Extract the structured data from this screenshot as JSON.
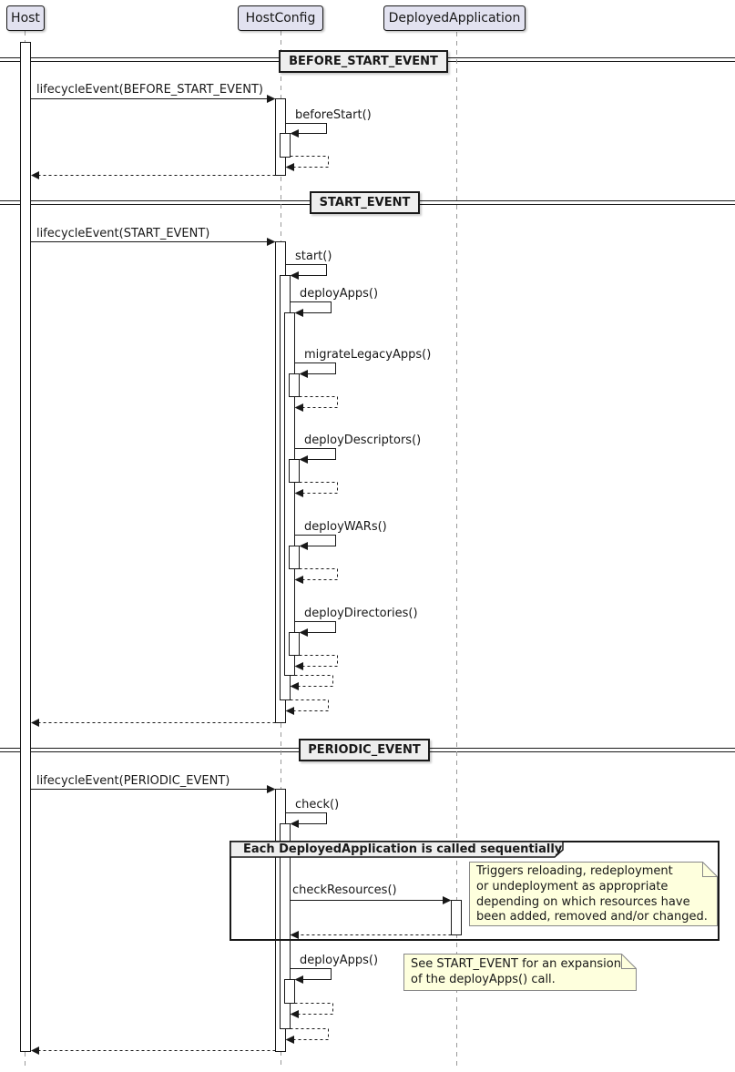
{
  "colors": {
    "participant_fill": "#E2E2F0",
    "participant_border": "#181818",
    "note_fill": "#FEFFDD",
    "note_border": "#888888",
    "divider_fill": "#EEEEEE",
    "line": "#181818",
    "lifeline": "#999999"
  },
  "participants": [
    {
      "label": "Host"
    },
    {
      "label": "HostConfig"
    },
    {
      "label": "DeployedApplication"
    }
  ],
  "dividers": [
    {
      "label": "BEFORE_START_EVENT"
    },
    {
      "label": "START_EVENT"
    },
    {
      "label": "PERIODIC_EVENT"
    }
  ],
  "messages": {
    "before_start": {
      "lifecycle": "lifecycleEvent(BEFORE_START_EVENT)",
      "before_start_call": "beforeStart()"
    },
    "start": {
      "lifecycle": "lifecycleEvent(START_EVENT)",
      "start_call": "start()",
      "deploy_apps": "deployApps()",
      "migrate_legacy_apps": "migrateLegacyApps()",
      "deploy_descriptors": "deployDescriptors()",
      "deploy_wars": "deployWARs()",
      "deploy_directories": "deployDirectories()"
    },
    "periodic": {
      "lifecycle": "lifecycleEvent(PERIODIC_EVENT)",
      "check_call": "check()",
      "check_resources": "checkResources()",
      "deploy_apps": "deployApps()",
      "group_title": "Each DeployedApplication is called sequentially",
      "note_check_resources": "Triggers reloading, redeployment\nor undeployment as appropriate\ndepending on which resources have\nbeen added, removed and/or changed.",
      "note_deploy_apps": "See START_EVENT for an expansion\nof the deployApps() call."
    }
  }
}
